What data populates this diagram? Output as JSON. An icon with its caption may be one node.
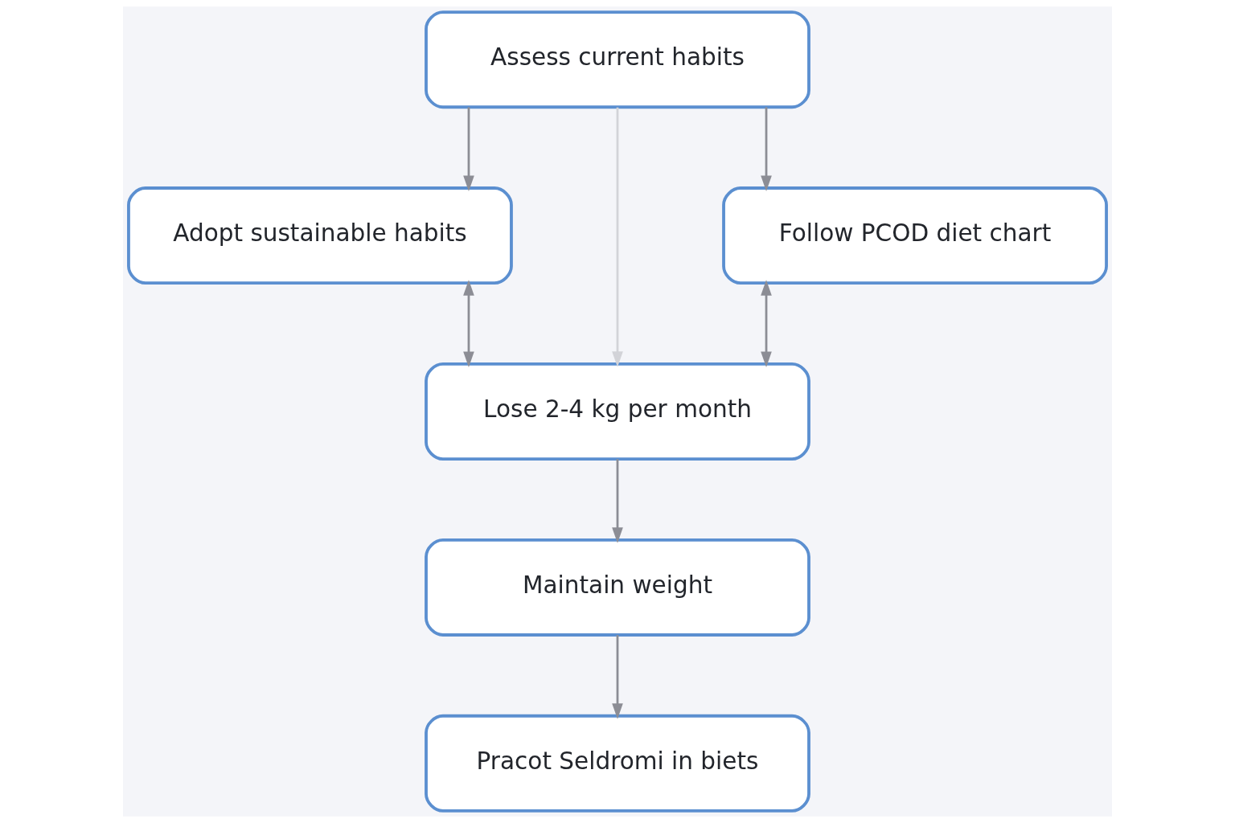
{
  "diagram": {
    "nodes": [
      {
        "text": [
          "Assess current habits"
        ]
      },
      {
        "text": [
          "Adopt sustainable habits"
        ]
      },
      {
        "text": [
          "Follow PCOD diet chart"
        ]
      },
      {
        "text": [
          "Lose 2-4 kg per month"
        ]
      },
      {
        "text": [
          "Maintain weight"
        ]
      },
      {
        "text": [
          "Pracot Seldromi in biets"
        ]
      }
    ],
    "edges": [
      {
        "from": 0,
        "to": 1,
        "arrow": "to"
      },
      {
        "from": 0,
        "to": 3,
        "arrow": "to",
        "color": "#d2d3d8"
      },
      {
        "from": 0,
        "to": 2,
        "arrow": "to"
      },
      {
        "from": 1,
        "to": 3,
        "arrow": "both"
      },
      {
        "from": 2,
        "to": 3,
        "arrow": "both"
      },
      {
        "from": 3,
        "to": 4,
        "arrow": "to"
      },
      {
        "from": 4,
        "to": 5,
        "arrow": "to"
      }
    ]
  }
}
